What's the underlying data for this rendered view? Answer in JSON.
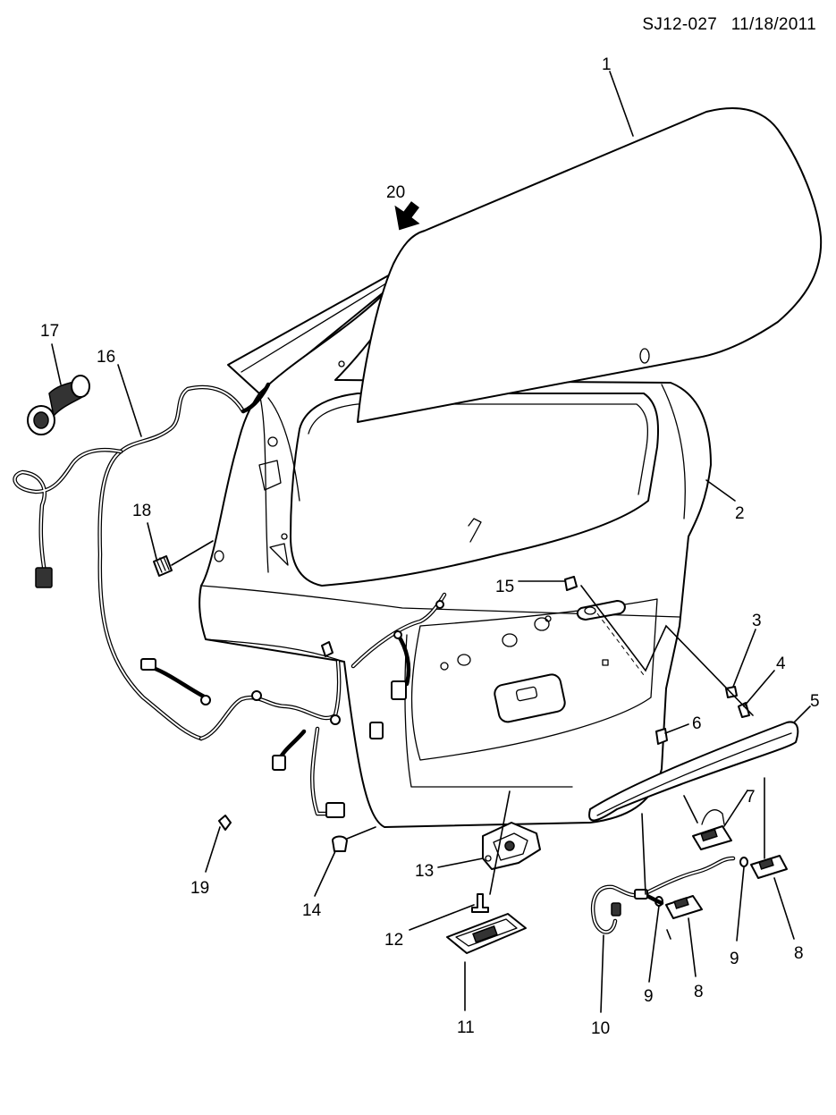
{
  "header": {
    "drawing_id": "SJ12-027",
    "date": "11/18/2011"
  },
  "callouts": {
    "c1": "1",
    "c2": "2",
    "c3": "3",
    "c4": "4",
    "c5": "5",
    "c6": "6",
    "c7": "7",
    "c8a": "8",
    "c8b": "8",
    "c9a": "9",
    "c9b": "9",
    "c10": "10",
    "c11": "11",
    "c12": "12",
    "c13": "13",
    "c14": "14",
    "c15": "15",
    "c16": "16",
    "c17": "17",
    "c18": "18",
    "c19": "19",
    "c20": "20"
  }
}
